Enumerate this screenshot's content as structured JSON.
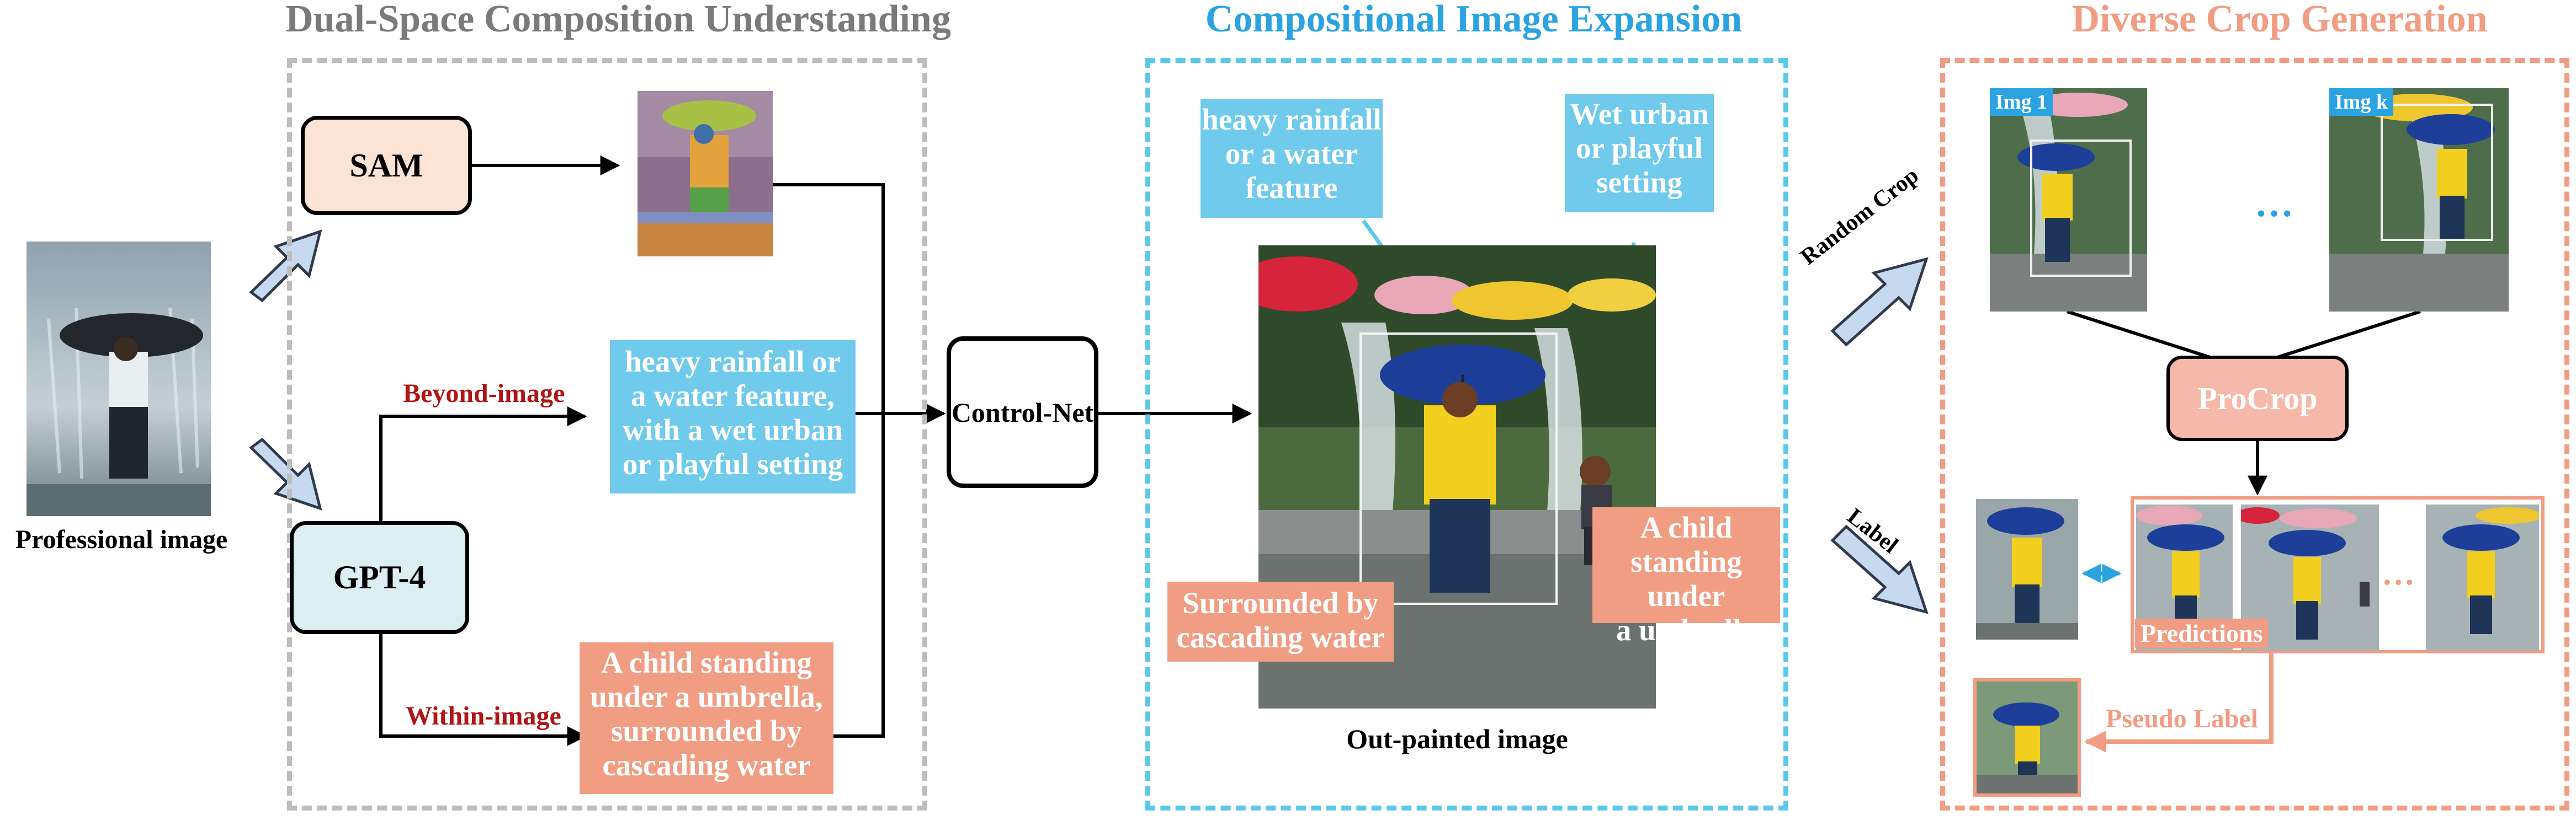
{
  "colors": {
    "gray": "#bdbdbd",
    "cyan": "#5ac8ec",
    "salmon": "#f09d83",
    "sam_fill": "#fbe3d6",
    "gpt_fill": "#dbeef4",
    "procrop_fill": "#f6b8a8",
    "dark_red": "#b01515",
    "arrow_fill": "#c6d9ee",
    "arrow_stroke": "#2f3b4c"
  },
  "panel1": {
    "title": "Dual-Space Composition Understanding",
    "professional_image_caption": "Professional image",
    "sam_label": "SAM",
    "gpt_label": "GPT-4",
    "beyond_label": "Beyond-image",
    "within_label": "Within-image",
    "beyond_text": [
      "heavy rainfall or",
      "a water feature,",
      "with a wet urban",
      "or playful setting"
    ],
    "within_text": [
      "A child standing",
      "under a umbrella,",
      "surrounded by",
      "cascading water"
    ],
    "professional_image_icon": "child-with-umbrella-in-rain-image",
    "sam_mask_icon": "segmentation-mask-image"
  },
  "panel2": {
    "title": "Compositional Image Expansion",
    "controlnet_label": "Control-Net",
    "callout_top_left": [
      "heavy rainfall",
      "or a water",
      "feature"
    ],
    "callout_top_right": [
      "Wet urban",
      "or playful",
      "setting"
    ],
    "callout_bottom_left": [
      "Surrounded by",
      "cascading water"
    ],
    "callout_bottom_right": [
      "A child",
      "standing under",
      "a umbrella"
    ],
    "caption": "Out-painted image",
    "outpainted_image_icon": "outpainted-fountain-scene-image"
  },
  "panel3": {
    "title": "Diverse Crop Generation",
    "random_crop_label": "Random Crop",
    "label_label": "Label",
    "img1_tag": "Img 1",
    "imgk_tag": "Img k",
    "ellipsis": "…",
    "procrop_label": "ProCrop",
    "predictions_label": "Predictions",
    "pseudo_label": "Pseudo Label"
  }
}
